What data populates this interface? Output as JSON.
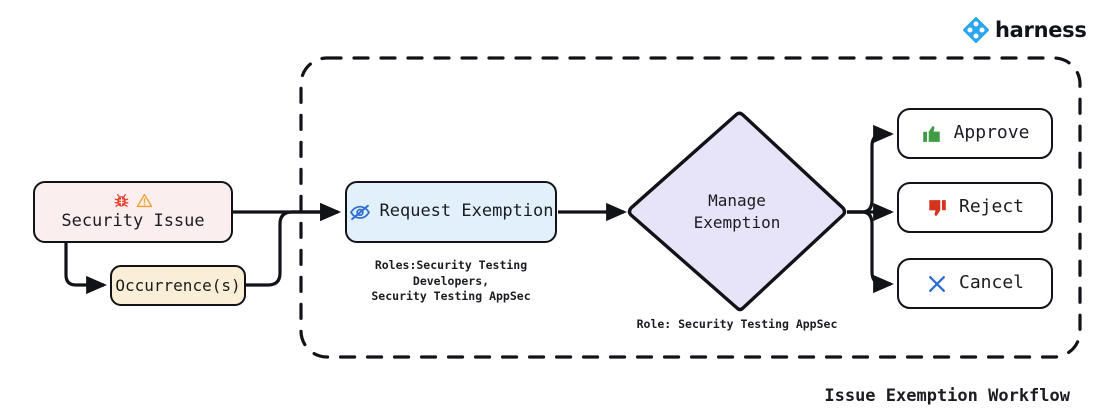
{
  "brand": {
    "name": "harness",
    "logo_icon": "harness-diamond-logo-icon",
    "color": "#2ca6f0"
  },
  "diagram": {
    "title": "Issue Exemption Workflow",
    "type": "flowchart",
    "container": {
      "name": "exemption-workflow-boundary",
      "style": "dashed",
      "color": "#111318"
    },
    "nodes": [
      {
        "id": "security-issue",
        "label": "Security Issue",
        "shape": "rounded-rect",
        "fill": "#fbeeee",
        "stroke": "#111318",
        "icons": [
          "bug-icon",
          "warning-triangle-icon"
        ],
        "icon_colors": [
          "#e8412c",
          "#f0a22e"
        ]
      },
      {
        "id": "occurrences",
        "label": "Occurrence(s)",
        "shape": "rounded-rect",
        "fill": "#faeed6",
        "stroke": "#111318"
      },
      {
        "id": "request-exemption",
        "label": "Request Exemption",
        "shape": "rounded-rect",
        "fill": "#e2f0fb",
        "stroke": "#111318",
        "icons": [
          "eye-slash-icon"
        ],
        "icon_colors": [
          "#2f6fd0"
        ]
      },
      {
        "id": "manage-exemption",
        "label": "Manage\nExemption",
        "label_line1": "Manage",
        "label_line2": "Exemption",
        "shape": "diamond",
        "fill": "#e7e4fa",
        "stroke": "#111318"
      },
      {
        "id": "approve",
        "label": "Approve",
        "shape": "rounded-rect",
        "fill": "#ffffff",
        "stroke": "#111318",
        "icons": [
          "thumbs-up-icon"
        ],
        "icon_colors": [
          "#3f9c44"
        ]
      },
      {
        "id": "reject",
        "label": "Reject",
        "shape": "rounded-rect",
        "fill": "#ffffff",
        "stroke": "#111318",
        "icons": [
          "thumbs-down-icon"
        ],
        "icon_colors": [
          "#d5341f"
        ]
      },
      {
        "id": "cancel",
        "label": "Cancel",
        "shape": "rounded-rect",
        "fill": "#ffffff",
        "stroke": "#111318",
        "icons": [
          "close-x-icon"
        ],
        "icon_colors": [
          "#2f6fd0"
        ]
      }
    ],
    "captions": {
      "request_exemption_roles": "Roles:Security Testing Developers,\nSecurity Testing AppSec",
      "manage_exemption_role": "Role: Security Testing AppSec"
    },
    "edges": [
      {
        "from": "security-issue",
        "to": "request-exemption"
      },
      {
        "from": "security-issue",
        "to": "occurrences"
      },
      {
        "from": "occurrences",
        "to": "request-exemption"
      },
      {
        "from": "request-exemption",
        "to": "manage-exemption"
      },
      {
        "from": "manage-exemption",
        "to": "approve"
      },
      {
        "from": "manage-exemption",
        "to": "reject"
      },
      {
        "from": "manage-exemption",
        "to": "cancel"
      }
    ]
  }
}
